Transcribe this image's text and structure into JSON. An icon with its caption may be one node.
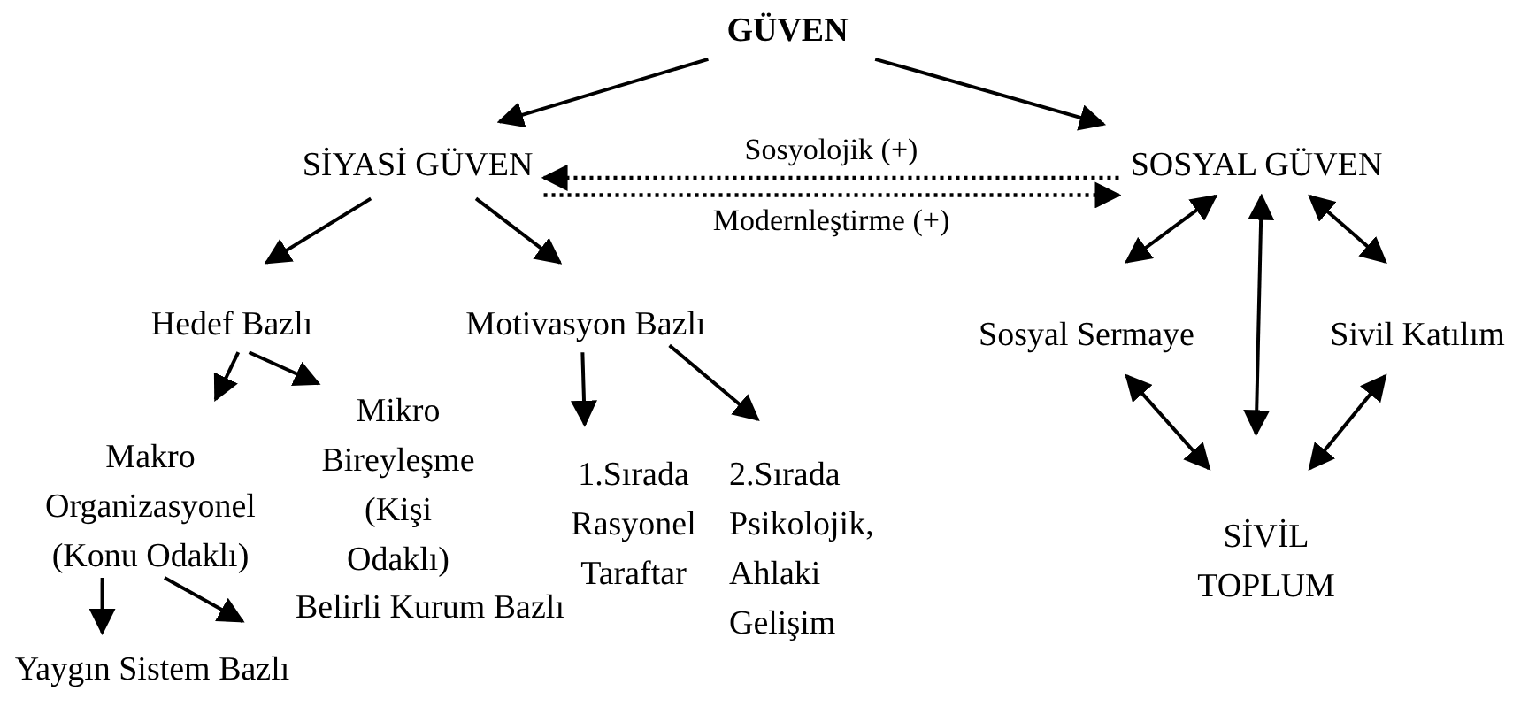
{
  "diagram": {
    "nodes": [
      {
        "text": [
          "GÜVEN"
        ]
      },
      {
        "text": [
          "SİYASİ GÜVEN"
        ]
      },
      {
        "text": [
          "SOSYAL GÜVEN"
        ]
      },
      {
        "text": [
          "Hedef Bazlı"
        ]
      },
      {
        "text": [
          "Motivasyon Bazlı"
        ]
      },
      {
        "text": [
          "Makro Organizasyonel (Konu Odaklı)"
        ]
      },
      {
        "text": [
          "Mikro Bireyleşme (Kişi Odaklı)"
        ]
      },
      {
        "text": [
          "1.Sırada Rasyonel Taraftar"
        ]
      },
      {
        "text": [
          "2.Sırada Psikolojik, Ahlaki Gelişim"
        ]
      },
      {
        "text": [
          "Belirli Kurum Bazlı"
        ]
      },
      {
        "text": [
          "Yaygın Sistem Bazlı"
        ]
      },
      {
        "text": [
          "Sosyal Sermaye"
        ]
      },
      {
        "text": [
          "Sivil Katılım"
        ]
      },
      {
        "text": [
          "SİVİL TOPLUM"
        ]
      }
    ],
    "edges": [
      {
        "from": 0,
        "to": 1,
        "arrow": "to"
      },
      {
        "from": 0,
        "to": 2,
        "arrow": "to"
      },
      {
        "from": 2,
        "to": 1,
        "arrow": "to",
        "style": "dashed",
        "label": "Sosyolojik (+)"
      },
      {
        "from": 1,
        "to": 2,
        "arrow": "to",
        "style": "dashed",
        "label": "Modernleştirme (+)"
      },
      {
        "from": 1,
        "to": 3,
        "arrow": "to"
      },
      {
        "from": 1,
        "to": 4,
        "arrow": "to"
      },
      {
        "from": 3,
        "to": 5,
        "arrow": "to"
      },
      {
        "from": 3,
        "to": 6,
        "arrow": "to"
      },
      {
        "from": 4,
        "to": 7,
        "arrow": "to"
      },
      {
        "from": 4,
        "to": 8,
        "arrow": "to"
      },
      {
        "from": 5,
        "to": 10,
        "arrow": "to"
      },
      {
        "from": 5,
        "to": 9,
        "arrow": "to"
      },
      {
        "from": 2,
        "to": 11,
        "arrow": "both"
      },
      {
        "from": 2,
        "to": 13,
        "arrow": "both"
      },
      {
        "from": 2,
        "to": 12,
        "arrow": "both"
      },
      {
        "from": 11,
        "to": 13,
        "arrow": "both"
      },
      {
        "from": 12,
        "to": 13,
        "arrow": "both"
      }
    ]
  }
}
